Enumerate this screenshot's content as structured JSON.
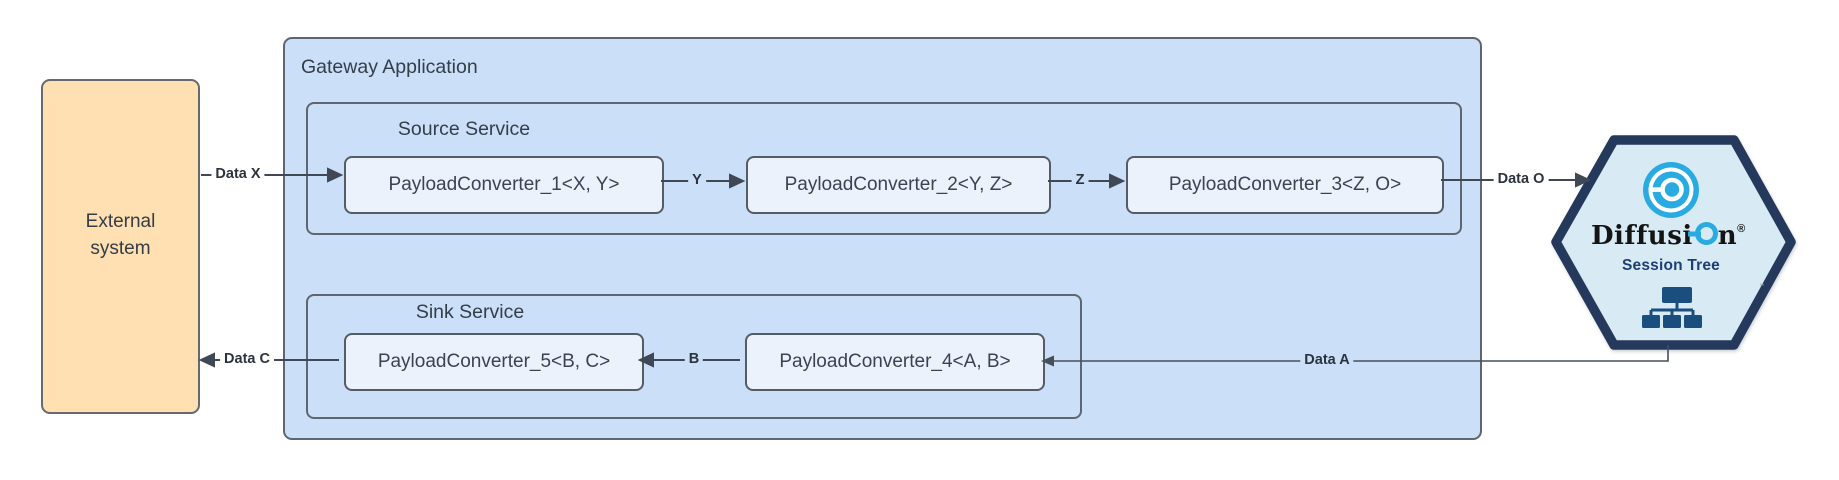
{
  "colors": {
    "external_fill": "#FFE0B2",
    "container_fill": "#CBDFF8",
    "converter_fill": "#EBF2FC",
    "shape_border_gray": "#5F6670",
    "arrow": "#3F4854",
    "hexagon_fill": "#D8EBF5",
    "hexagon_border": "#24395C",
    "brand_cyan": "#29ABE2",
    "brand_navy": "#1E3E73",
    "tree_icon_navy": "#1A4E7F",
    "diagram_text": "#333E49"
  },
  "external": {
    "label": "External system"
  },
  "gateway": {
    "title": "Gateway Application",
    "source_service": {
      "title": "Source Service",
      "converters": [
        "PayloadConverter_1<X, Y>",
        "PayloadConverter_2<Y, Z>",
        "PayloadConverter_3<Z, O>"
      ]
    },
    "sink_service": {
      "title": "Sink Service",
      "converters": [
        "PayloadConverter_5<B, C>",
        "PayloadConverter_4<A, B>"
      ]
    }
  },
  "flows": {
    "data_x": "Data X",
    "y": "Y",
    "z": "Z",
    "data_o": "Data O",
    "data_a": "Data A",
    "b": "B",
    "data_c": "Data C"
  },
  "diffusion": {
    "brand_prefix": "Diffusi",
    "brand_suffix": "n",
    "registered": "®",
    "subtitle": "Session Tree",
    "artifact": "\""
  }
}
